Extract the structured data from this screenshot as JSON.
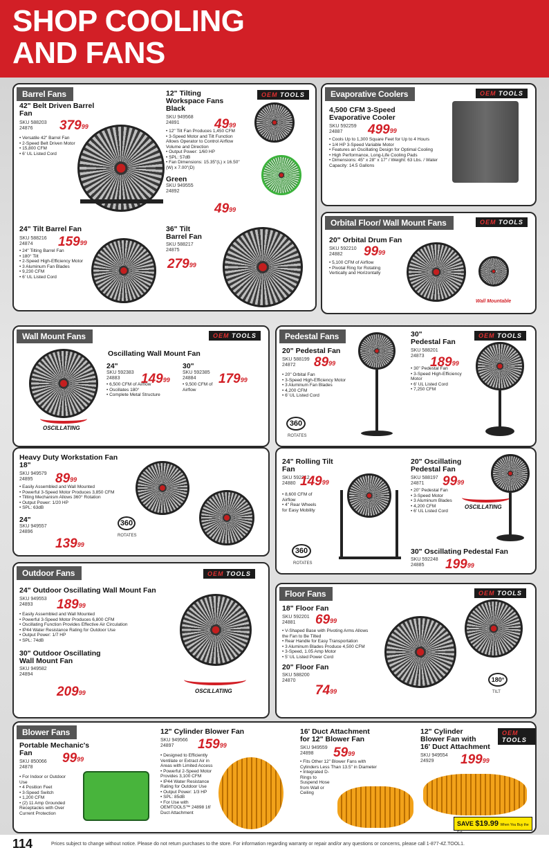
{
  "header": {
    "line1": "SHOP COOLING",
    "line2": "AND FANS"
  },
  "logo": {
    "a": "OEM",
    "b": "TOOLS"
  },
  "sections": {
    "barrel": "Barrel Fans",
    "evap": "Evaporative Coolers",
    "orbital": "Orbital Floor/ Wall Mount Fans",
    "wall": "Wall Mount Fans",
    "pedestal": "Pedestal Fans",
    "outdoor": "Outdoor Fans",
    "floor": "Floor Fans",
    "blower": "Blower Fans"
  },
  "p1": {
    "name": "42\" Belt Driven Barrel Fan",
    "sku": "SKU 588203",
    "num": "24876",
    "price": "379",
    "cents": "99",
    "b": [
      "Versatile 42\" Barrel Fan",
      "2-Speed Belt Driven Motor",
      "15,800 CFM",
      "6' UL Listed Cord"
    ]
  },
  "p2": {
    "name1": "12\" Tilting",
    "name2": "Workspace Fans",
    "name3": "Black",
    "sku": "SKU 949568",
    "num": "24891",
    "price": "49",
    "cents": "99",
    "b": [
      "12\" Tilt Fan Produces 1,450 CFM",
      "3-Speed Motor and Tilt Function Allows Operator to Control Airflow Volume and Direction",
      "Output Power: 1/60 HP",
      "SPL: 57dB",
      "Fan Dimensions: 15.35\"(L) x 16.50\"(W) x 7.00\"(D)"
    ],
    "green": "Green",
    "sku2": "SKU 949555",
    "num2": "24892",
    "price2": "49",
    "cents2": "99"
  },
  "p3": {
    "name1": "4,500 CFM 3-Speed",
    "name2": "Evaporative Cooler",
    "sku": "SKU 592259",
    "num": "24887",
    "price": "499",
    "cents": "99",
    "b": [
      "Cools Up to 1,300 Square Feet for Up to 4 Hours",
      "1/4 HP 3-Speed Variable Motor",
      "Features an Oscillating Design for Optimal Cooling",
      "High Performance, Long-Life Cooling Pads",
      "Dimensions: 45\" x 28\" x 17\" / Weight: 63 Lbs. / Water Capacity: 14.5 Gallons"
    ]
  },
  "p4": {
    "name": "24\" Tilt Barrel Fan",
    "sku": "SKU 588216",
    "num": "24874",
    "price": "159",
    "cents": "99",
    "b": [
      "24\" Tilting Barrel Fan",
      "180° Tilt",
      "2-Speed High-Efficiency Motor",
      "3 Aluminum Fan Blades",
      "9,230 CFM",
      "6' UL Listed Cord"
    ]
  },
  "p5": {
    "name1": "36\" Tilt",
    "name2": "Barrel Fan",
    "sku": "SKU 588217",
    "num": "24875",
    "price": "279",
    "cents": "99"
  },
  "p6": {
    "name": "20\" Orbital Drum Fan",
    "sku": "SKU 592210",
    "num": "24882",
    "price": "99",
    "cents": "99",
    "b": [
      "5,100 CFM of Airflow",
      "Pivotal Ring for Rotating Vertically and Horizontally"
    ],
    "note": "Wall Mountable"
  },
  "p7": {
    "title": "Oscillating Wall Mount Fan",
    "a_size": "24\"",
    "a_sku": "SKU 592383",
    "a_num": "24883",
    "a_price": "149",
    "a_cents": "99",
    "b_size": "30\"",
    "b_sku": "SKU 592385",
    "b_num": "24884",
    "b_price": "179",
    "b_cents": "99",
    "a_b": [
      "6,500 CFM of Airflow",
      "Oscillates 180°",
      "Complete Metal Structure"
    ],
    "b_b": [
      "9,500 CFM of Airflow"
    ],
    "osc": "OSCILLATING"
  },
  "p8": {
    "name": "20\" Pedestal Fan",
    "sku": "SKU 588199",
    "num": "24872",
    "price": "89",
    "cents": "99",
    "b": [
      "20\" Orbital Fan",
      "3-Speed High-Efficiency Motor",
      "3 Aluminum Fan Blades",
      "4,200 CFM",
      "6' UL Listed Cord"
    ],
    "badge": "360",
    "badge_sub": "ROTATES"
  },
  "p9": {
    "name1": "30\"",
    "name2": "Pedestal Fan",
    "sku": "SKU 588201",
    "num": "24873",
    "price": "189",
    "cents": "99",
    "b": [
      "30\" Pedestal Fan",
      "3-Speed High-Efficiency Motor",
      "6' UL Listed Cord",
      "7,250 CFM"
    ]
  },
  "p10": {
    "name1": "Heavy Duty Workstation Fan",
    "name2": "18\"",
    "sku": "SKU 949579",
    "num": "24895",
    "price": "89",
    "cents": "99",
    "b": [
      "Easily Assembled and Wall Mounted",
      "Powerful 3-Speed Motor Produces 3,850 CFM",
      "Tilting Mechanism Allows 360° Rotation",
      "Output Power: 1/20 HP",
      "SPL: 63dB"
    ],
    "size2": "24\"",
    "sku2": "SKU 949557",
    "num2": "24896",
    "price2": "139",
    "cents2": "99",
    "badge": "360",
    "badge_sub": "ROTATES"
  },
  "p11": {
    "name": "24\" Rolling Tilt Fan",
    "sku": "SKU 592212",
    "num": "24880",
    "price": "149",
    "cents": "99",
    "b": [
      "8,600 CFM of Airflow",
      "4\" Rear Wheels for Easy Mobility"
    ],
    "badge": "360",
    "badge_sub": "ROTATES"
  },
  "p12": {
    "name1": "20\" Oscillating",
    "name2": "Pedestal Fan",
    "sku": "SKU 588197",
    "num": "24871",
    "price": "99",
    "cents": "99",
    "b": [
      "20\" Pedestal Fan",
      "3-Speed Motor",
      "3 Aluminum Blades",
      "4,200 CFM",
      "6' UL Listed Cord"
    ],
    "osc": "OSCILLATING",
    "name3": "30\" Oscillating Pedestal Fan",
    "sku2": "SKU 592248",
    "num2": "24885",
    "price2": "199",
    "cents2": "99"
  },
  "p13": {
    "name": "24\" Outdoor Oscillating Wall Mount Fan",
    "sku": "SKU 949553",
    "num": "24893",
    "price": "189",
    "cents": "99",
    "b": [
      "Easily Assembled and Wall Mounted",
      "Powerful 3-Speed Motor Produces 6,800 CFM",
      "Oscillating Function Provides Effective Air Circulation",
      "IP44 Water Resistance Rating for Outdoor Use",
      "Output Power: 1/7 HP",
      "SPL: 74dB"
    ],
    "name2a": "30\" Outdoor Oscillating",
    "name2b": "Wall Mount Fan",
    "sku2": "SKU 949582",
    "num2": "24894",
    "price2": "209",
    "cents2": "99",
    "osc": "OSCILLATING"
  },
  "p14": {
    "name": "18\" Floor Fan",
    "sku": "SKU 592201",
    "num": "24881",
    "price": "69",
    "cents": "99",
    "b": [
      "V-Shaped Base with Pivoting Arms Allows the Fan to Be Tilted",
      "Rear Handle for Easy Transportation",
      "3 Aluminum Blades Produce 4,500 CFM",
      "3-Speed, 1.05 Amp Motor",
      "5' UL Listed Power Cord"
    ],
    "name2": "20\" Floor Fan",
    "sku2": "SKU 588200",
    "num2": "24870",
    "price2": "74",
    "cents2": "99",
    "badge": "180°",
    "badge_sub": "TILT"
  },
  "p15": {
    "name": "Portable Mechanic's Fan",
    "sku": "SKU 850066",
    "num": "24878",
    "price": "99",
    "cents": "99",
    "b": [
      "For Indoor or Outdoor Use",
      "4 Position Feet",
      "3-Speed Switch",
      "1,200 CFM",
      "(2) 11 Amp Grounded Receptacles with Over Current Protection"
    ]
  },
  "p16": {
    "name": "12\" Cylinder Blower Fan",
    "sku": "SKU 949566",
    "num": "24897",
    "price": "159",
    "cents": "99",
    "b": [
      "Designed to Efficiently Ventilate or Extract Air in Areas with Limited Access",
      "Powerful 2-Speed Motor Provides 3,100 CFM",
      "IP44 Water Resistance Rating for Outdoor Use",
      "Output Power: 1/3 HP",
      "SPL: 85dB",
      "For Use with OEMTOOLS™ 24898 16' Duct Attachment"
    ]
  },
  "p17": {
    "name1": "16' Duct Attachment",
    "name2": "for 12\" Blower Fan",
    "sku": "SKU 949559",
    "num": "24898",
    "price": "59",
    "cents": "99",
    "b": [
      "Fits Other 12\" Blower Fans with Cylinders Less Than 13.5\" in Diameter",
      "Integrated D-Rings to Suspend Hose from Wall or Ceiling"
    ]
  },
  "p18": {
    "name1": "12\" Cylinder",
    "name2": "Blower Fan with",
    "name3": "16' Duct Attachment",
    "sku": "SKU 949554",
    "num": "24929",
    "price": "199",
    "cents": "99",
    "save": "SAVE",
    "save_amt": "$19.99",
    "save_note": "When You Buy the Set"
  },
  "footer": {
    "page": "114",
    "text": "Prices subject to change without notice. Please do not return purchases to the store. For information regarding warranty or repair and/or any questions or concerns, please call 1-877-4Z.TOOL1."
  }
}
